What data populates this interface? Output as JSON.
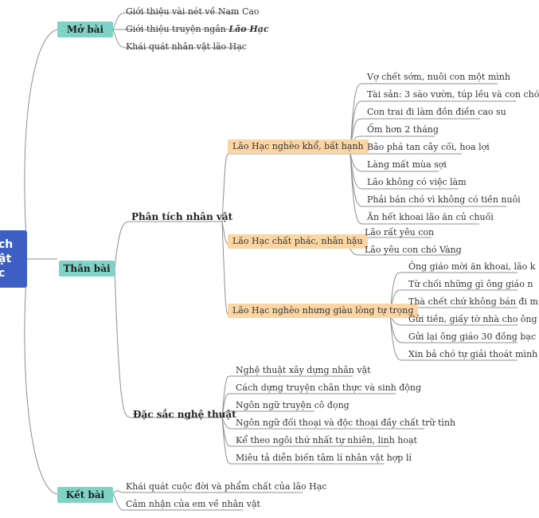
{
  "root": {
    "lines": [
      "ch",
      "ật",
      "c"
    ]
  },
  "mo_bai": {
    "label": "Mở bài",
    "items": [
      "Giới thiệu vài nét về Nam Cao",
      "Giới thiệu truyện ngắn ",
      "Khái quát nhân vật lão Hạc"
    ],
    "emphasis": "Lão Hạc"
  },
  "than_bai": {
    "label": "Thân bài",
    "phan_tich": {
      "label": "Phân tích nhân vật",
      "ngheo_kho": {
        "label": "Lão Hạc nghèo khổ, bất hạnh",
        "items": [
          "Vợ chết sớm, nuôi con một mình",
          "Tài sản: 3 sào vườn, túp lều và con chó",
          "Con trai đi làm đồn điền cao su",
          "Ốm hơn 2 tháng",
          "Bão phá tan cây cối, hoa lợi",
          "Làng mất mùa sợi",
          "Lão không có việc làm",
          "Phải bán chó vì không có tiền nuôi",
          "Ăn hết khoai lão ăn củ chuối"
        ]
      },
      "chat_phac": {
        "label": "Lão Hạc chất phác, nhân hậu",
        "items": [
          "Lão rất yêu con",
          "Lão yêu con chó Vàng"
        ]
      },
      "giau_long": {
        "label": "Lão Hạc nghèo nhưng giàu lòng tự trọng",
        "items": [
          "Ông giáo mời ăn khoai, lão k",
          "Từ chối những gì ông giáo n",
          "Thà chết chứ không bán đi m",
          "Gửi tiền, giấy tờ nhà cho ông",
          "Gửi lại ông giáo 30 đồng bạc",
          "Xin bả chó tự giải thoát mình"
        ]
      }
    },
    "nghe_thuat": {
      "label": "Đặc sắc nghệ thuật",
      "items": [
        "Nghệ thuật xây dựng nhân vật",
        "Cách dựng truyện chân thực và sinh động",
        "Ngôn ngữ truyện cô đọng",
        "Ngôn ngữ đối thoại và độc thoại đầy chất trữ tình",
        "Kể theo ngôi thứ nhất tự nhiên, linh hoạt",
        "Miêu tả diễn biến tâm lí nhân vật hợp lí"
      ]
    }
  },
  "ket_bai": {
    "label": "Kết bài",
    "items": [
      "Khái quát cuộc đời và phẩm chất của lão Hạc",
      "Cảm nhận của em về nhân vật"
    ]
  }
}
